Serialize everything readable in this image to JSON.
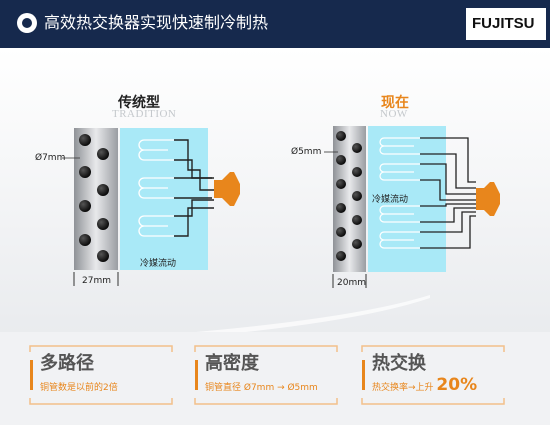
{
  "header": {
    "title": "高效热交换器实现快速制冷制热",
    "logo": "FUJITSU"
  },
  "traditional": {
    "label_cn": "传统型",
    "label_en": "TRADITION",
    "tube_diameter": "Ø7mm",
    "thickness": "27mm",
    "flow_label": "冷媒流动"
  },
  "current": {
    "label_cn": "现在",
    "label_en": "NOW",
    "tube_diameter": "Ø5mm",
    "thickness": "20mm",
    "flow_label": "冷媒流动"
  },
  "cards": [
    {
      "title": "多路径",
      "subtitle": "铜管数是以前的2倍"
    },
    {
      "title": "高密度",
      "subtitle": "铜管直径 Ø7mm → Ø5mm"
    },
    {
      "title": "热交换",
      "subtitle_prefix": "热交换率→上升",
      "subtitle_value": "20%"
    }
  ],
  "colors": {
    "header": "#16294d",
    "accent": "#e8861c",
    "coolant": "#a9e9f7"
  }
}
